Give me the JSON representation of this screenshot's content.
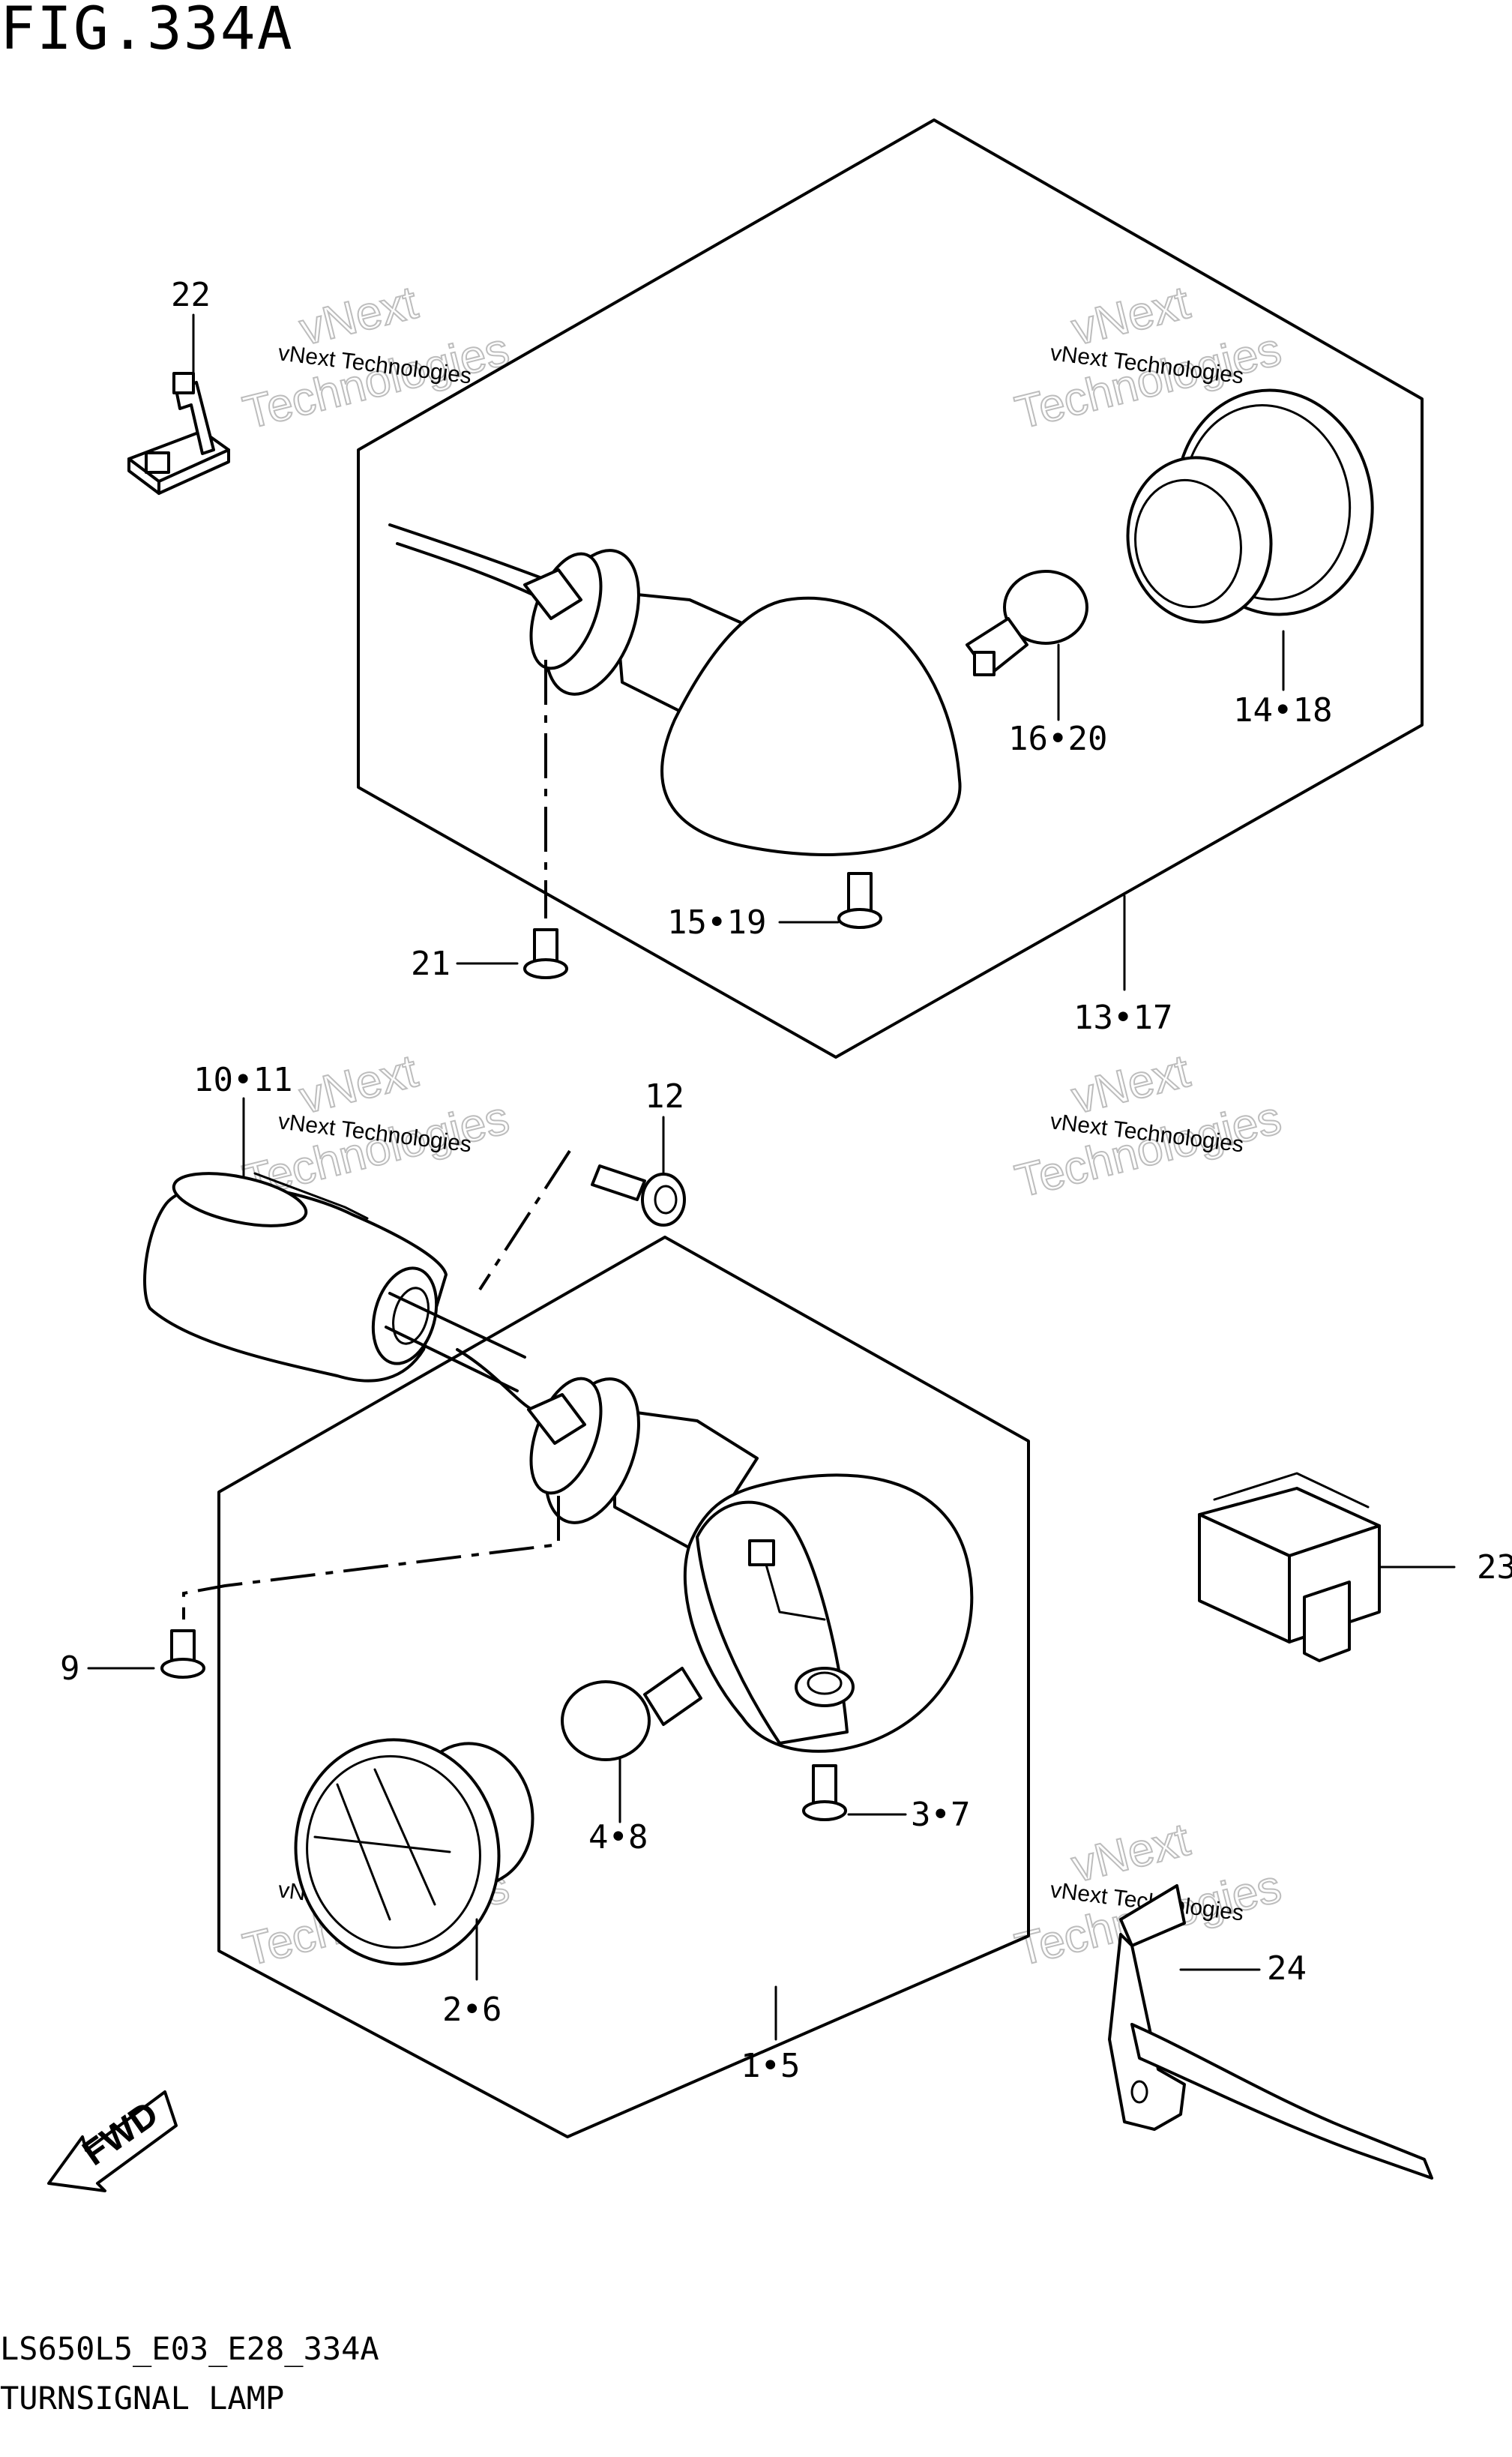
{
  "figure": {
    "title": "FIG.334A",
    "code": "LS650L5_E03_E28_334A",
    "name": "TURNSIGNAL LAMP"
  },
  "watermark": {
    "line_small": "vNext Technologies",
    "line_big_1": "vNext",
    "line_big_2": "Technologies"
  },
  "fwd_label": "FWD",
  "callouts": {
    "c22": "22",
    "c14_18": "14•18",
    "c16_20": "16•20",
    "c15_19": "15•19",
    "c21": "21",
    "c13_17": "13•17",
    "c10_11": "10•11",
    "c12": "12",
    "c23": "23",
    "c9": "9",
    "c3_7": "3•7",
    "c4_8": "4•8",
    "c2_6": "2•6",
    "c24": "24",
    "c1_5": "1•5"
  }
}
